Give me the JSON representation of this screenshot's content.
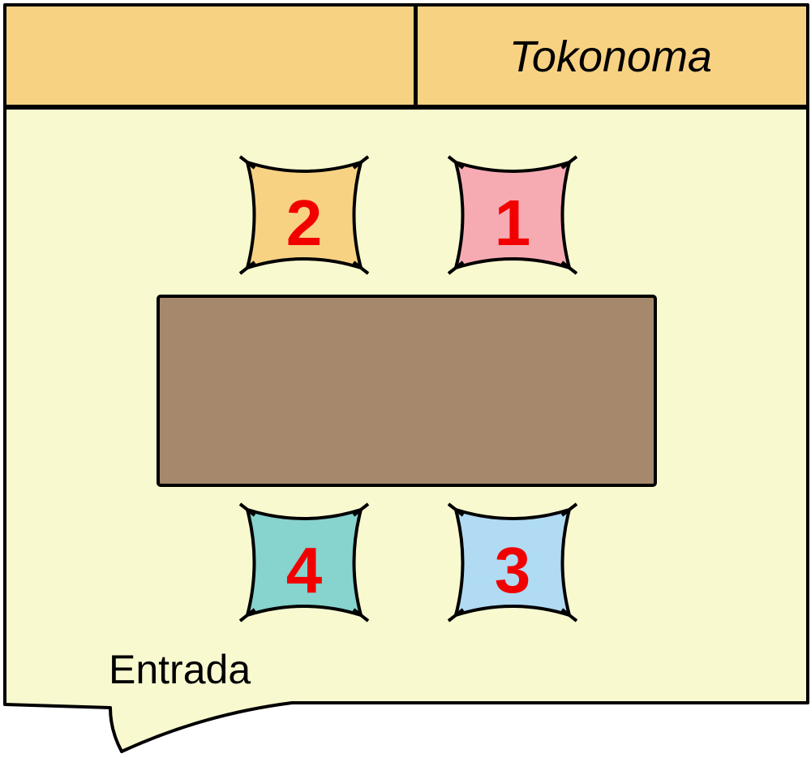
{
  "alcove": {
    "label": "Tokonoma",
    "fill": "#f8d283"
  },
  "room": {
    "fill": "#f9f9d0"
  },
  "entrance": {
    "label": "Entrada"
  },
  "table": {
    "fill": "#a6886c"
  },
  "cushions": [
    {
      "number": "1",
      "fill": "#f6abb3"
    },
    {
      "number": "2",
      "fill": "#f8d283"
    },
    {
      "number": "3",
      "fill": "#b0dbf2"
    },
    {
      "number": "4",
      "fill": "#87d3cd"
    }
  ]
}
